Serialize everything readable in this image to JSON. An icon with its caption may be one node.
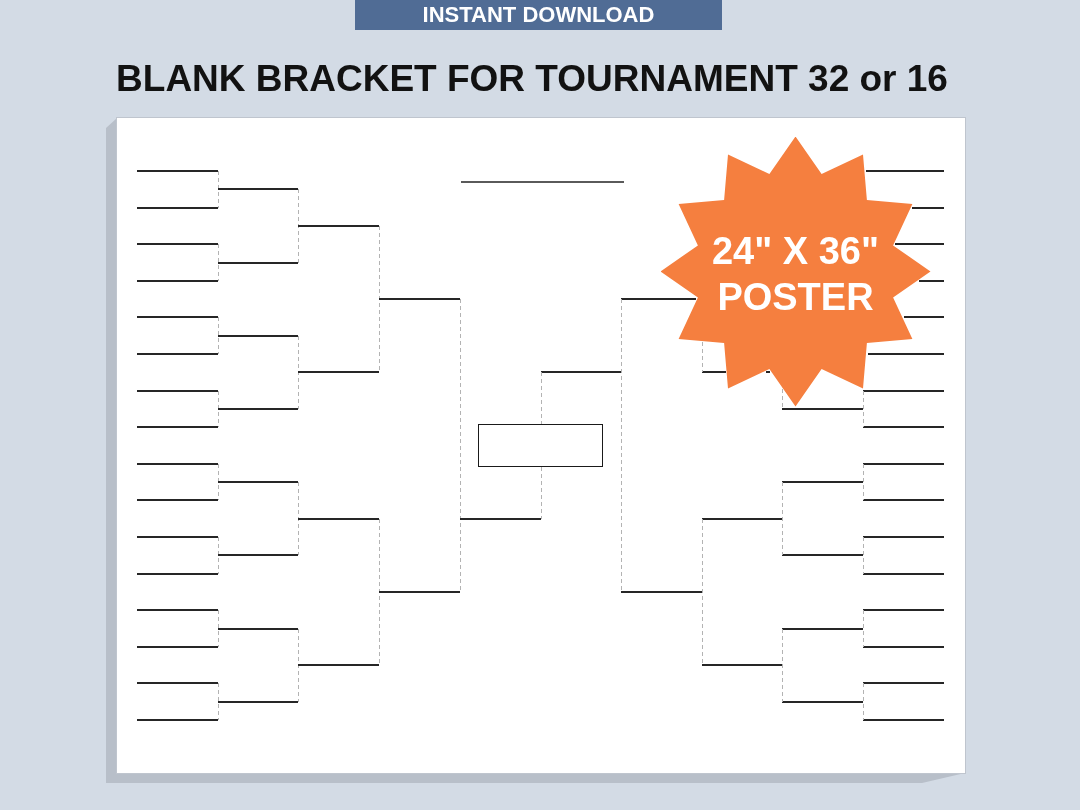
{
  "diagram": {
    "title": "BLANK BRACKET FOR TOURNAMENT 32 or 16",
    "nodes": [
      {
        "text": [
          "INSTANT DOWNLOAD"
        ]
      },
      {
        "text": [
          "24\" X 36\" POSTER"
        ]
      }
    ]
  }
}
